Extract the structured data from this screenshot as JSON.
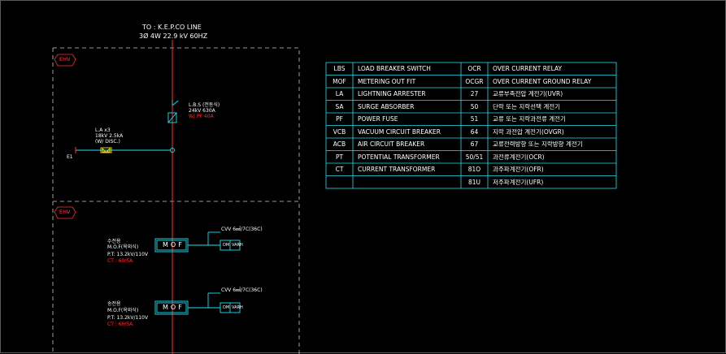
{
  "header": {
    "line1": "TO : K.E.P.CO LINE",
    "line2": "3Ø 4W 22.9 kV 60HZ"
  },
  "section1": {
    "ehv": "EHV",
    "lbs_title": "L.B.S (전동식)",
    "lbs_rating": "24kV 630A",
    "lbs_fuse": "W/ PF 40A",
    "la_title": "L.A x3",
    "la_rating": "18kV 2.5kA",
    "la_disc": "(W/ DISC.)",
    "ground": "E1"
  },
  "section2": {
    "ehv": "EHV",
    "mof1": {
      "label": "MOF",
      "cable": "CVV 6㎟/7C(36C)",
      "kr_title": "수전용",
      "name": "M.O.F(옥외식)",
      "pt": "P.T: 13.2kV/110V",
      "ct": "CT : 60/5A",
      "meter_left": "DM",
      "meter_right": "VARH"
    },
    "mof2": {
      "label": "MOF",
      "cable": "CVV 6㎟/7C(36C)",
      "kr_title": "송전용",
      "name": "M.O.F(옥외식)",
      "pt": "P.T: 13.2kV/110V",
      "ct": "CT : 60/5A",
      "meter_left": "DM",
      "meter_right": "VARH"
    }
  },
  "legend": {
    "rows": [
      {
        "abbr": "LBS",
        "name": "LOAD BREAKER SWITCH",
        "code": "OCR",
        "desc": "OVER CURRENT RELAY"
      },
      {
        "abbr": "MOF",
        "name": "METERING OUT FIT",
        "code": "OCGR",
        "desc": "OVER CURRENT GROUND RELAY"
      },
      {
        "abbr": "LA",
        "name": "LIGHTNING ARRESTER",
        "code": "27",
        "desc": "교류부족전압 계전기(UVR)"
      },
      {
        "abbr": "SA",
        "name": "SURGE ABSORBER",
        "code": "50",
        "desc": "단락 또는 지락선택 계전기"
      },
      {
        "abbr": "PF",
        "name": "POWER FUSE",
        "code": "51",
        "desc": "교류 또는 지락과전류 계전기"
      },
      {
        "abbr": "VCB",
        "name": "VACUUM CIRCUIT BREAKER",
        "code": "64",
        "desc": "지락 과전압 계전기(OVGR)"
      },
      {
        "abbr": "ACB",
        "name": "AIR CIRCUIT BREAKER",
        "code": "67",
        "desc": "교류전력방향 또는 지락방향 계전기"
      },
      {
        "abbr": "PT",
        "name": "POTENTIAL TRANSFORMER",
        "code": "50/51",
        "desc": "과전류계전기(OCR)"
      },
      {
        "abbr": "CT",
        "name": "CURRENT TRANSFORMER",
        "code": "81O",
        "desc": "과주파계전기(OFR)"
      },
      {
        "abbr": "",
        "name": "",
        "code": "81U",
        "desc": "저주파계전기(UFR)"
      }
    ]
  },
  "colors": {
    "bus": "#ff3030",
    "cyan": "#22e0f0",
    "yellow": "#ffe000",
    "frame": "#c8c8c8"
  }
}
